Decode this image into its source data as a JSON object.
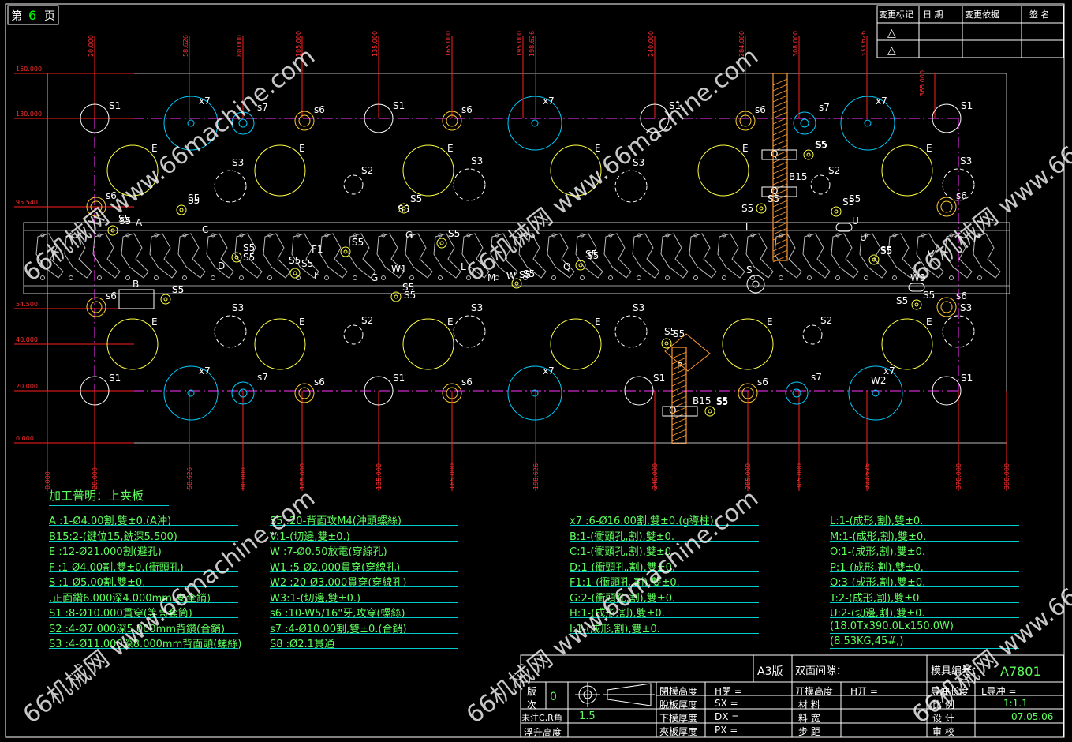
{
  "page": {
    "label_left": "第",
    "number": "6",
    "label_right": "页"
  },
  "revision_table": {
    "headers": [
      "变更标记",
      "日 期",
      "变更依据",
      "签 名"
    ],
    "marks": [
      "△",
      "△"
    ]
  },
  "top_dims": [
    "20.000",
    "58.626",
    "80.000",
    "105.000",
    "135.000",
    "165.000",
    "195.000",
    "198.626",
    "240.000",
    "284.000",
    "308.000",
    "333.626"
  ],
  "top_dim_extra": "365.000",
  "left_dims": [
    "150.000",
    "130.000",
    "95.540",
    "54.500",
    "40.000",
    "20.000",
    "0.000"
  ],
  "bottom_dims": [
    "0.000",
    "20.000",
    "58.626",
    "80.000",
    "105.000",
    "135.000",
    "165.000",
    "198.626",
    "240.000",
    "285.000",
    "305.000",
    "333.626",
    "370.000",
    "390.000"
  ],
  "hole_labels": {
    "S1": "S1",
    "x7": "x7",
    "s7": "s7",
    "s6": "s6",
    "E": "E",
    "S2": "S2",
    "S3": "S3",
    "S5": "S5",
    "B15": "B15",
    "A": "A",
    "B": "B",
    "C": "C",
    "D": "D",
    "F": "F",
    "F1": "F1",
    "G": "G",
    "W1": "W1",
    "L": "L",
    "M": "M",
    "W": "W",
    "Q": "Q",
    "T": "T",
    "S": "S",
    "U": "U",
    "V": "V",
    "W3": "W3",
    "W2": "W2",
    "P": "P"
  },
  "notes_title": "加工普明：上夹板",
  "notes": {
    "col1": [
      "A  :1-Ø4.00割,雙±0.(A沖)",
      "B15:2-(鍵位15,銑深5.500)",
      "E  :12-Ø21.000割(避孔)",
      "F  :1-Ø4.00割,雙±0.(衝頭孔)",
      "S  :1-Ø5.00割,雙±0.",
      "     ,正面鑽6.000深4.000mm(安全銷)",
      "S1 :8-Ø10.000貫穿(等高套筒)",
      "S2 :4-Ø7.000深5.000mm背鑽(合銷)",
      "S3 :4-Ø11.000深8.000mm背面頭(螺絲)"
    ],
    "col2": [
      "S5 :20-背面攻M4(沖頭螺絲)",
      "V:1-(切邊,雙±0.)",
      "W  :7-Ø0.50放電(穿線孔)",
      "W1 :5-Ø2.000貫穿(穿線孔)",
      "W2 :20-Ø3.000貫穿(穿線孔)",
      "W3:1-(切邊,雙±0.)",
      "s6 :10-W5/16\"牙,攻穿(螺絲)",
      "s7 :4-Ø10.00割,雙±0.(合銷)",
      "S8 :Ø2.1貫通"
    ],
    "col3": [
      "x7 :6-Ø16.00割,雙±0.(g導柱)",
      "B:1-(衝頭孔,割),雙±0.",
      "C:1-(衝頭孔,割),雙±0.",
      "D:1-(衝頭孔,割),雙±0.",
      "F1:1-(衝頭孔,割),雙±0.",
      "G:2-(衝頭孔,割),雙±0.",
      "H:1-(成形,割),雙±0.",
      "I:1-(成形,割),雙±0."
    ],
    "col4": [
      "L:1-(成形,割),雙±0.",
      "M:1-(成形,割),雙±0.",
      "O:1-(成形,割),雙±0.",
      "P:1-(成形,割),雙±0.",
      "Q:3-(成形,割),雙±0.",
      "T:2-(成形,割),雙±0.",
      "U:2-(切邊,割),雙±0.",
      "(18.0Tx390.0Lx150.0W)",
      "(8.53KG,45#,)"
    ]
  },
  "title_block": {
    "sheet_size": "A3版",
    "gap_label": "双面间隙：",
    "mold_no_label": "模具编号：",
    "mold_no": "A7801",
    "version_label": "版 次",
    "version": "0",
    "chamfer_label": "未注C,R角",
    "chamfer_value": "1.5",
    "float_label": "浮升高度",
    "closed_height": "閉模高度",
    "closed_code": "H閉 =",
    "stripper_thk": "脫板厚度",
    "stripper_code": "SX =",
    "lower_thk": "下模厚度",
    "lower_code": "DX =",
    "clamp_thk": "夾板厚度",
    "clamp_code": "PX =",
    "open_height": "开模高度",
    "open_code": "H开 =",
    "material_label": "材 料",
    "width_label": "料 宽",
    "pitch_label": "步 距",
    "guide_len_label": "导冲长度",
    "guide_len_code": "L导冲 =",
    "scale_label": "比 例",
    "scale": "1:1.1",
    "design_label": "设 计",
    "design_date": "07.05.06",
    "check_label": "审 校"
  },
  "watermark": "66机械网 www.66machine.com"
}
